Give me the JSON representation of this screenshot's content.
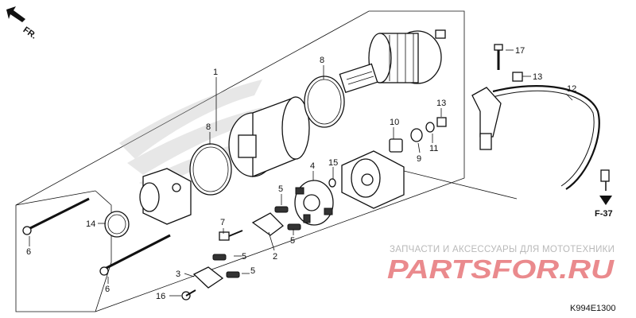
{
  "diagram": {
    "direction_label": "FR.",
    "ref_label": "F-37",
    "code": "K994E1300",
    "watermark_top": "ЗАПЧАСТИ И АКСЕССУАРЫ ДЛЯ МОТОТЕХНИКИ",
    "watermark_brand": "PARTSFOR.RU",
    "callouts": [
      "1",
      "2",
      "3",
      "4",
      "5",
      "5",
      "5",
      "5",
      "6",
      "6",
      "7",
      "8",
      "8",
      "9",
      "10",
      "11",
      "12",
      "13",
      "13",
      "14",
      "15",
      "16",
      "17"
    ]
  }
}
